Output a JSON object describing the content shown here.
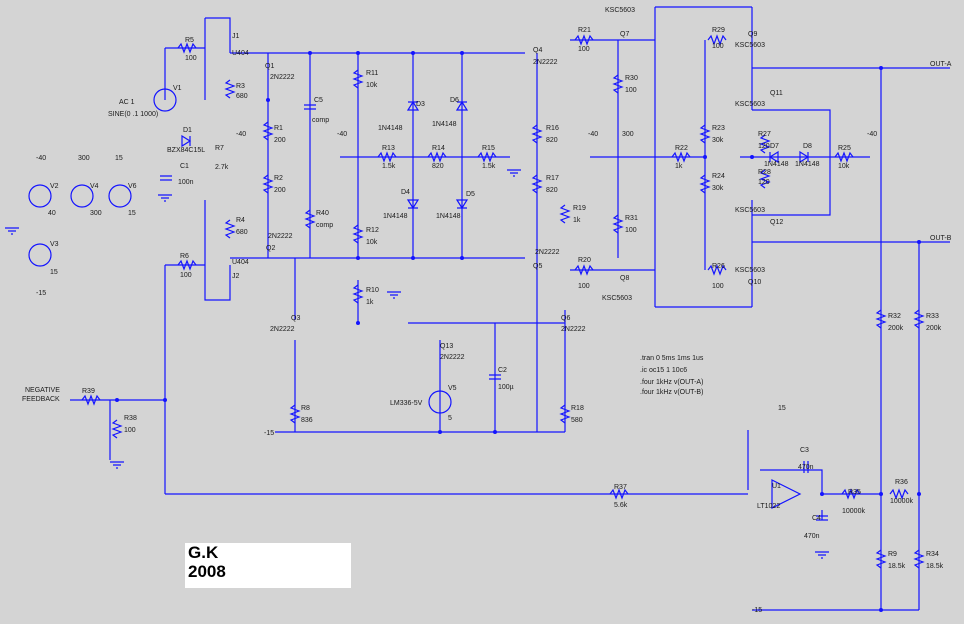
{
  "author_box": {
    "line1": "G.K",
    "line2": "2008"
  },
  "colors": {
    "wire": "#1414ff",
    "background": "#d4d4d4",
    "text": "#1a1a1a"
  },
  "outputs": {
    "out_a": "OUT-A",
    "out_b": "OUT-B"
  },
  "feedback_label": {
    "line1": "NEGATIVE",
    "line2": "FEEDBACK"
  },
  "spice_directives": [
    ".tran 0 5ms 1ms 1us",
    ".ic oc15 1 10c6",
    ".four 1kHz v(OUT-A)",
    ".four 1kHz v(OUT-B)"
  ],
  "sources": [
    {
      "ref": "V1",
      "value1": "AC 1",
      "value2": "SINE(0 .1 1000)"
    },
    {
      "ref": "V2",
      "value": "40",
      "rail": "-40"
    },
    {
      "ref": "V4",
      "value": "300",
      "rail": "300"
    },
    {
      "ref": "V6",
      "value": "15",
      "rail": "15"
    },
    {
      "ref": "V3",
      "value": "15",
      "rail": "-15"
    },
    {
      "ref": "V5",
      "value": "5",
      "part": "LM336-5V"
    }
  ],
  "transistors": [
    {
      "ref": "J1",
      "part": "U404"
    },
    {
      "ref": "J2",
      "part": "U404"
    },
    {
      "ref": "Q1",
      "part": "2N2222"
    },
    {
      "ref": "Q2",
      "part": "2N2222"
    },
    {
      "ref": "Q3",
      "part": "2N2222"
    },
    {
      "ref": "Q4",
      "part": "2N2222"
    },
    {
      "ref": "Q5",
      "part": "2N2222"
    },
    {
      "ref": "Q6",
      "part": "2N2222"
    },
    {
      "ref": "Q13",
      "part": "2N2222"
    },
    {
      "ref": "Q7",
      "part": "KSC5603"
    },
    {
      "ref": "Q8",
      "part": "KSC5603"
    },
    {
      "ref": "Q9",
      "part": "KSC5603"
    },
    {
      "ref": "Q10",
      "part": "KSC5603"
    },
    {
      "ref": "Q11",
      "part": "KSC5603"
    },
    {
      "ref": "Q12",
      "part": "KSC5603"
    }
  ],
  "resistors": [
    {
      "ref": "R5",
      "value": "100"
    },
    {
      "ref": "R3",
      "value": "680"
    },
    {
      "ref": "R7",
      "value": "2.7k"
    },
    {
      "ref": "R1",
      "value": "200"
    },
    {
      "ref": "R2",
      "value": "200"
    },
    {
      "ref": "R4",
      "value": "680"
    },
    {
      "ref": "R6",
      "value": "100"
    },
    {
      "ref": "R40",
      "value": "comp"
    },
    {
      "ref": "R11",
      "value": "10k"
    },
    {
      "ref": "R12",
      "value": "10k"
    },
    {
      "ref": "R13",
      "value": "1.5k"
    },
    {
      "ref": "R14",
      "value": "820"
    },
    {
      "ref": "R15",
      "value": "1.5k"
    },
    {
      "ref": "R16",
      "value": "820"
    },
    {
      "ref": "R17",
      "value": "820"
    },
    {
      "ref": "R19",
      "value": "1k"
    },
    {
      "ref": "R21",
      "value": "100"
    },
    {
      "ref": "R20",
      "value": "100"
    },
    {
      "ref": "R30",
      "value": "100"
    },
    {
      "ref": "R31",
      "value": "100"
    },
    {
      "ref": "R29",
      "value": "100"
    },
    {
      "ref": "R26",
      "value": "100"
    },
    {
      "ref": "R23",
      "value": "30k"
    },
    {
      "ref": "R22",
      "value": "1k"
    },
    {
      "ref": "R24",
      "value": "30k"
    },
    {
      "ref": "R27",
      "value": "120"
    },
    {
      "ref": "R28",
      "value": "120"
    },
    {
      "ref": "R25",
      "value": "10k"
    },
    {
      "ref": "R10",
      "value": "1k"
    },
    {
      "ref": "R8",
      "value": "836"
    },
    {
      "ref": "R18",
      "value": "580"
    },
    {
      "ref": "R39",
      "value": ""
    },
    {
      "ref": "R38",
      "value": "100"
    },
    {
      "ref": "R37",
      "value": "5.6k"
    },
    {
      "ref": "R32",
      "value": "200k"
    },
    {
      "ref": "R33",
      "value": "200k"
    },
    {
      "ref": "R35",
      "value": "10000k"
    },
    {
      "ref": "R36",
      "value": "10000k"
    },
    {
      "ref": "R9",
      "value": "18.5k"
    },
    {
      "ref": "R34",
      "value": "18.5k"
    }
  ],
  "capacitors": [
    {
      "ref": "C1",
      "value": "100n"
    },
    {
      "ref": "C5",
      "value": "comp"
    },
    {
      "ref": "C2",
      "value": "100µ"
    },
    {
      "ref": "C3",
      "value": "470n"
    },
    {
      "ref": "C4",
      "value": "470n"
    }
  ],
  "diodes": [
    {
      "ref": "D1",
      "part": "BZX84C15L"
    },
    {
      "ref": "D3",
      "part": "1N4148"
    },
    {
      "ref": "D4",
      "part": "1N4148"
    },
    {
      "ref": "D5",
      "part": "1N4148"
    },
    {
      "ref": "D6",
      "part": "1N4148"
    },
    {
      "ref": "D7",
      "part": "1N4148"
    },
    {
      "ref": "D8",
      "part": "1N4148"
    }
  ],
  "opamp": {
    "ref": "U1",
    "part": "LT1022"
  },
  "rail_labels": {
    "minus15": "-15",
    "plus15": "15",
    "minus40": "-40",
    "plus300": "300",
    "minus40b": "-40"
  }
}
